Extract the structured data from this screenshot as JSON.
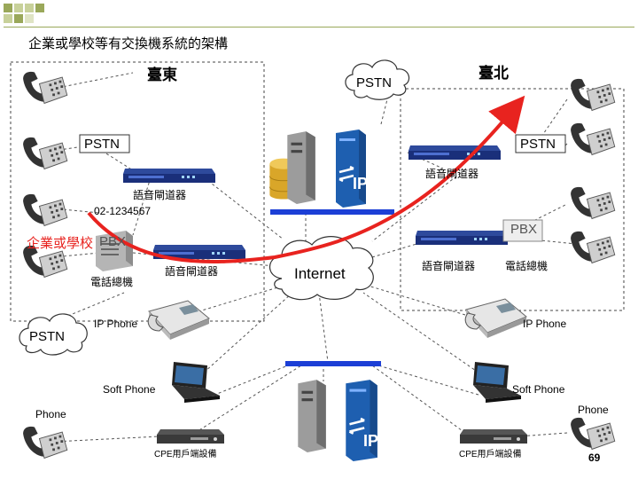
{
  "title": "企業或學校等有交換機系統的架構",
  "labels": {
    "taitung": "臺東",
    "taipei": "臺北",
    "pstn_top_cloud": "PSTN",
    "pstn_left_box": "PSTN",
    "pstn_right_box": "PSTN",
    "pstn_bottom_left": "PSTN",
    "gateway_left": "語音閘道器",
    "gateway_right_top": "語音閘道器",
    "gateway_center": "語音閘道器",
    "gateway_right_mid": "語音閘道器",
    "phone_number": "02-1234567",
    "enterprise": "企業或學校",
    "pbx_left": "PBX",
    "pbx_right": "PBX",
    "switchboard_left": "電話總機",
    "switchboard_right": "電話總機",
    "internet": "Internet",
    "ip_phone_left": "IP Phone",
    "ip_phone_right": "IP Phone",
    "soft_phone_left": "Soft Phone",
    "soft_phone_right": "Soft Phone",
    "phone_left": "Phone",
    "phone_right": "Phone",
    "cpe_left": "CPE用戶端設備",
    "cpe_right": "CPE用戶端設備",
    "ip_top": "IP",
    "ip_bottom": "IP"
  },
  "page_number": "69",
  "colors": {
    "accent_red": "#e8231f",
    "ip_server_blue": "#1e5fb0",
    "network_bar_blue": "#1c3fd6",
    "gateway_navy": "#1a2f7a",
    "decor_olive": "#9aa85a"
  }
}
